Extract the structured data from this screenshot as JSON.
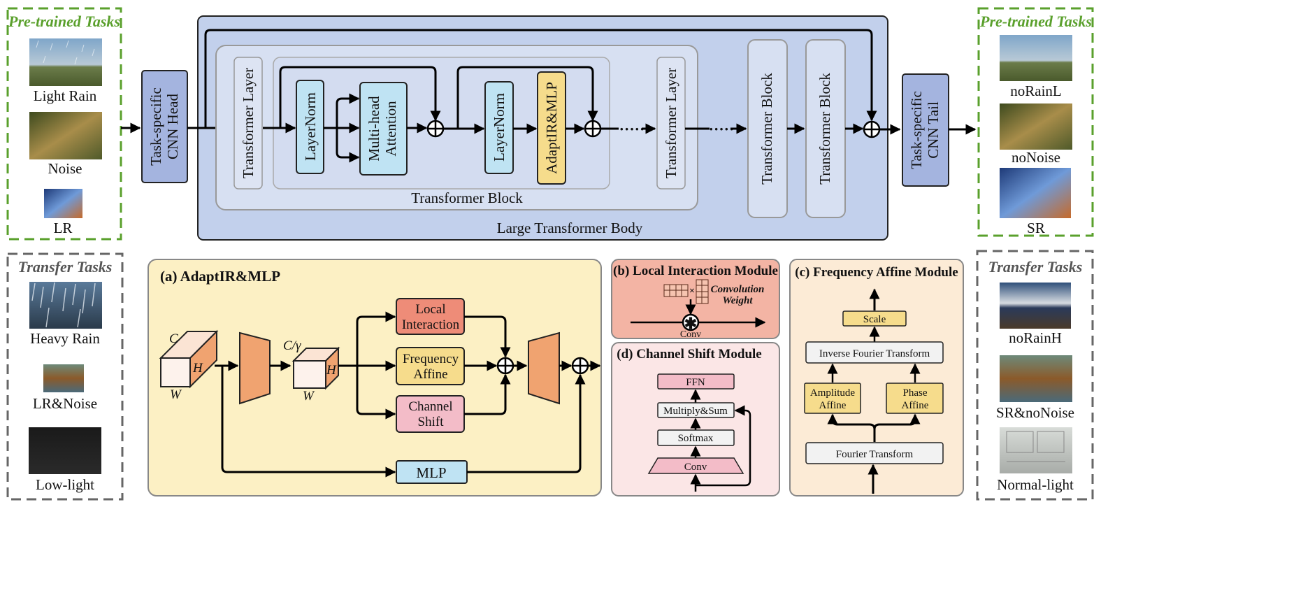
{
  "pretrained_left": {
    "title": "Pre-trained Tasks",
    "items": [
      "Light Rain",
      "Noise",
      "LR"
    ]
  },
  "pretrained_right": {
    "title": "Pre-trained Tasks",
    "items": [
      "noRainL",
      "noNoise",
      "SR"
    ]
  },
  "transfer_left": {
    "title": "Transfer Tasks",
    "items": [
      "Heavy Rain",
      "LR&Noise",
      "Low-light"
    ]
  },
  "transfer_right": {
    "title": "Transfer Tasks",
    "items": [
      "noRainH",
      "SR&noNoise",
      "Normal-light"
    ]
  },
  "head": {
    "line1": "Task-specific",
    "line2": "CNN Head"
  },
  "tail": {
    "line1": "Task-specific",
    "line2": "CNN Tail"
  },
  "body": {
    "label": "Large Transformer Body",
    "block_label": "Transformer Block",
    "layer_label": "Transformer Layer",
    "layernorm": "LayerNorm",
    "mha_line1": "Multi-head",
    "mha_line2": "Attention",
    "adapt_mlp": "AdaptIR&MLP",
    "ellipsis": "·····"
  },
  "panel_a": {
    "title": "(a) AdaptIR&MLP",
    "local_line1": "Local",
    "local_line2": "Interaction",
    "freq_line1": "Frequency",
    "freq_line2": "Affine",
    "chan_line1": "Channel",
    "chan_line2": "Shift",
    "mlp": "MLP",
    "dim_c": "C",
    "dim_h": "H",
    "dim_w": "W",
    "dim_c_gamma": "C/γ"
  },
  "panel_b": {
    "title": "(b) Local Interaction Module",
    "weight_line1": "Convolution",
    "weight_line2": "Weight",
    "conv": "Conv",
    "times": "×"
  },
  "panel_c": {
    "title": "(c) Frequency Affine Module",
    "scale": "Scale",
    "inverse": "Inverse Fourier Transform",
    "amp_line1": "Amplitude",
    "amp_line2": "Affine",
    "phase_line1": "Phase",
    "phase_line2": "Affine",
    "fourier": "Fourier Transform"
  },
  "panel_d": {
    "title": "(d) Channel Shift Module",
    "ffn": "FFN",
    "multiply": "Multiply&Sum",
    "softmax": "Softmax",
    "conv": "Conv"
  },
  "colors": {
    "green_dash": "#5aa02c",
    "gray_dash": "#666666",
    "body_fill": "#c2d0ec",
    "block_fill": "#d7e0f2",
    "blue_box": "#bfe3f3",
    "yellow_box": "#f6dc8c",
    "panel_a_fill": "#fcf0c4",
    "panel_b_fill": "#f3b4a4",
    "panel_c_fill": "#fcebd6",
    "panel_d_fill": "#fbe6e6",
    "orange": "#f0a370",
    "salmon": "#ee8c78",
    "pink": "#f3bcc8",
    "head_fill": "#a4b4df"
  }
}
